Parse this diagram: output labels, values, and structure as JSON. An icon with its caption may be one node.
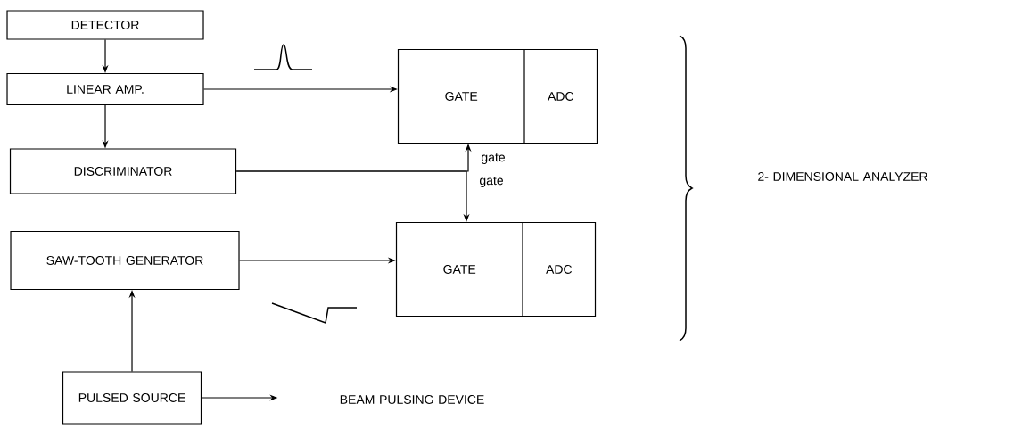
{
  "diagram": {
    "nodes": [
      {
        "text": [
          "DETECTOR"
        ]
      },
      {
        "text": [
          "LINEAR AMP."
        ]
      },
      {
        "text": [
          "DISCRIMINATOR"
        ]
      },
      {
        "text": [
          "SAW-TOOTH GENERATOR"
        ]
      },
      {
        "text": [
          "PULSED SOURCE"
        ]
      },
      {
        "text": [
          "GATE",
          "ADC"
        ]
      },
      {
        "text": [
          "GATE",
          "ADC"
        ]
      },
      {
        "text": [
          "BEAM PULSING DEVICE"
        ]
      }
    ],
    "edges": [
      {
        "from": 0,
        "to": 1,
        "arrow": "to"
      },
      {
        "from": 1,
        "to": 2,
        "arrow": "to"
      },
      {
        "from": 1,
        "to": 5,
        "arrow": "to"
      },
      {
        "from": 2,
        "to": 5,
        "arrow": "to",
        "label": "gate"
      },
      {
        "from": 2,
        "to": 6,
        "arrow": "to",
        "label": "gate"
      },
      {
        "from": 3,
        "to": 6,
        "arrow": "to"
      },
      {
        "from": 4,
        "to": 3,
        "arrow": "to"
      },
      {
        "from": 4,
        "to": 7,
        "arrow": "to"
      }
    ],
    "labels": [
      "2- DIMENSIONAL ANALYZER"
    ]
  }
}
